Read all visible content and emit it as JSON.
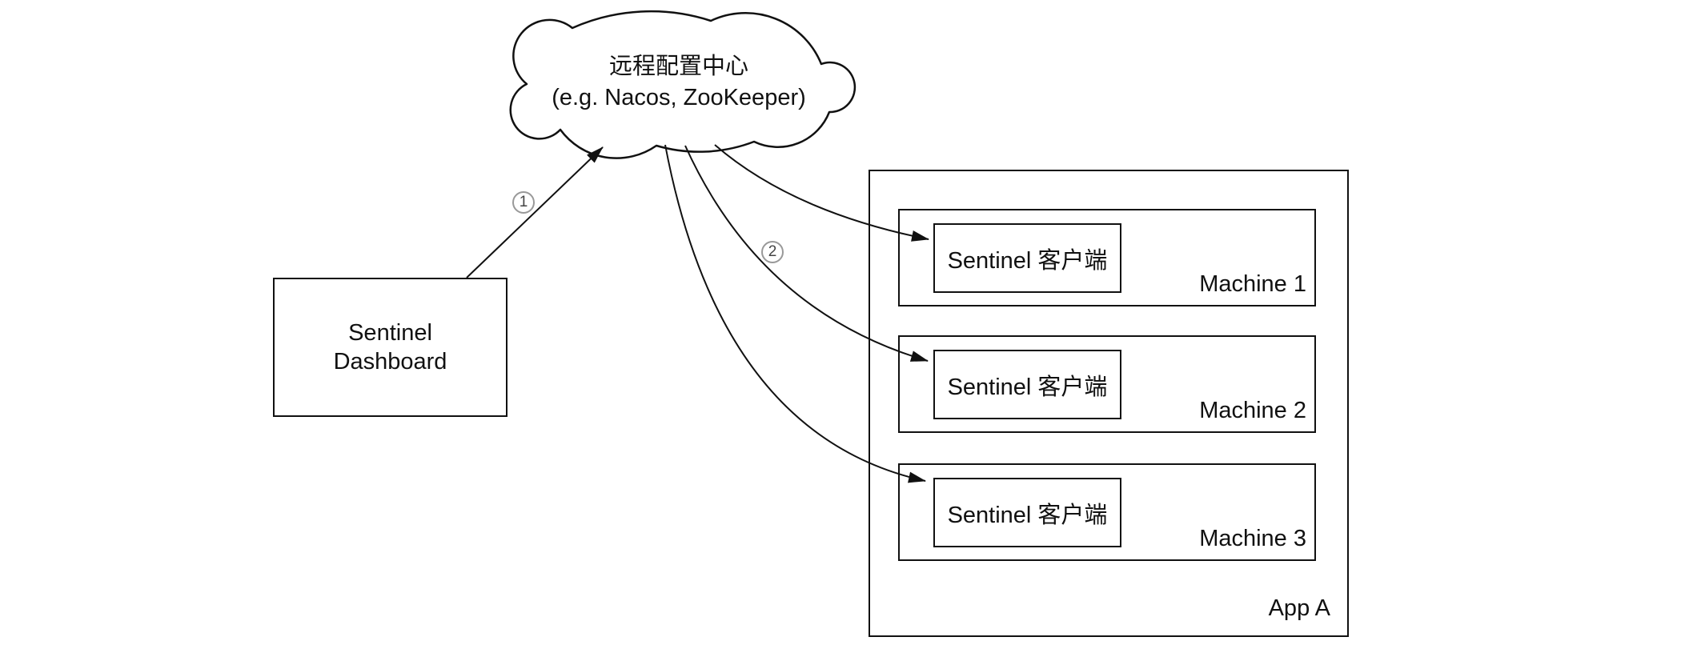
{
  "diagram": {
    "cloud": {
      "line1": "远程配置中心",
      "line2": "(e.g. Nacos, ZooKeeper)"
    },
    "dashboard": {
      "line1": "Sentinel",
      "line2": "Dashboard"
    },
    "app": {
      "label": "App A",
      "machines": [
        {
          "label": "Machine 1",
          "client": "Sentinel 客户端"
        },
        {
          "label": "Machine 2",
          "client": "Sentinel 客户端"
        },
        {
          "label": "Machine 3",
          "client": "Sentinel 客户端"
        }
      ]
    },
    "step_badges": [
      "1",
      "2"
    ],
    "colors": {
      "stroke": "#111111",
      "background": "#ffffff",
      "badge_ring": "#999999",
      "badge_digit": "#444444"
    }
  }
}
